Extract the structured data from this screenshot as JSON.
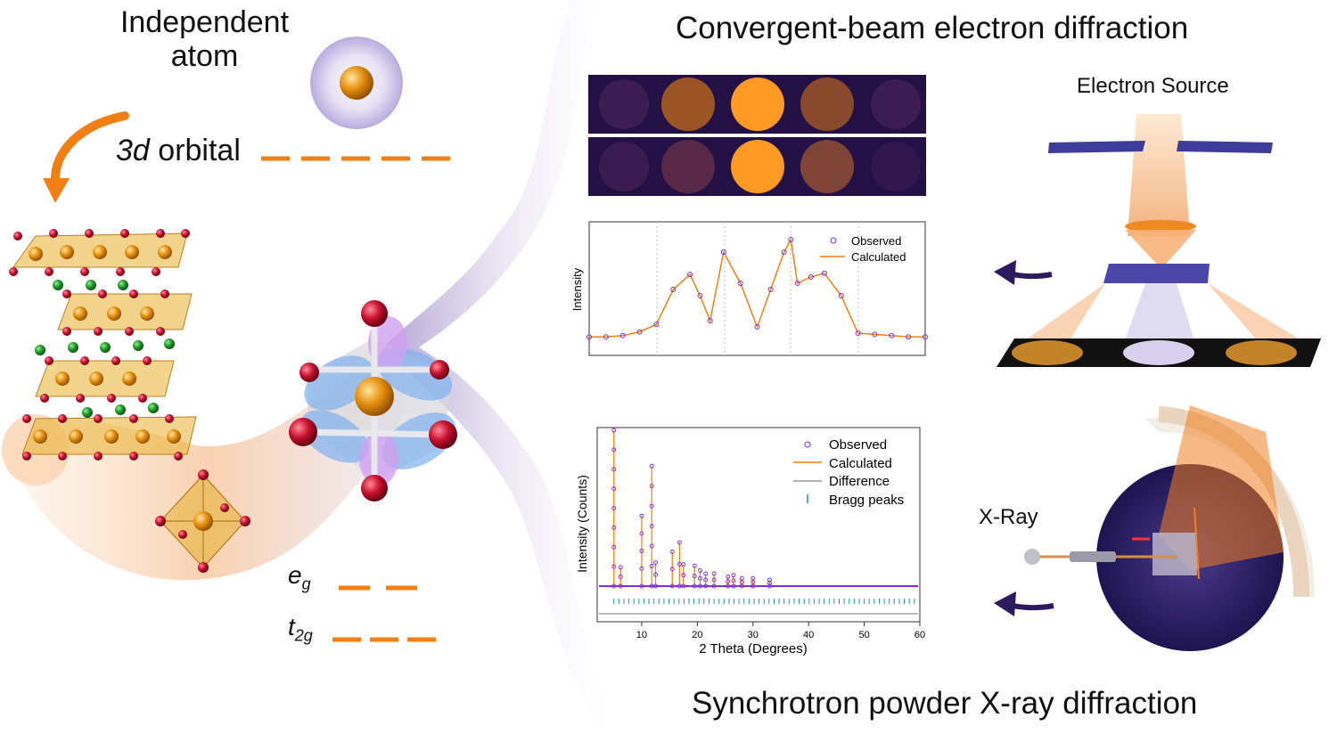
{
  "left": {
    "atom_label_line1": "Independent",
    "atom_label_line2": "atom",
    "orbital_italic": "3d",
    "orbital_rest": "orbital",
    "eg_main": "e",
    "eg_sub": "g",
    "t2g_main": "t",
    "t2g_sub": "2g"
  },
  "cbed": {
    "title": "Convergent-beam electron diffraction",
    "source_label": "Electron Source",
    "plot": {
      "ylabel": "Intensity",
      "legend": [
        "Observed",
        "Calculated"
      ]
    }
  },
  "xrd": {
    "title": "Synchrotron powder X-ray diffraction",
    "xray_label": "X-Ray",
    "plot": {
      "ylabel": "Intensity (Counts)",
      "xlabel": "2 Theta (Degrees)",
      "xticks": [
        "10",
        "20",
        "30",
        "40",
        "50",
        "60"
      ],
      "legend": [
        "Observed",
        "Calculated",
        "Difference",
        "Bragg peaks"
      ]
    }
  },
  "colors": {
    "orange": "#f07f14",
    "purple": "#7a2ee0",
    "navy": "#2d1a5e",
    "teal": "#1f9a9a",
    "oxygen": "#c8102e",
    "chlorine": "#1f8f2a",
    "metal": "#e08a10"
  },
  "chart_data": [
    {
      "type": "line",
      "ylabel": "Intensity",
      "series": [
        {
          "name": "Observed",
          "x": [
            0,
            0.05,
            0.1,
            0.15,
            0.2,
            0.25,
            0.3,
            0.33,
            0.36,
            0.4,
            0.45,
            0.5,
            0.54,
            0.58,
            0.6,
            0.62,
            0.66,
            0.7,
            0.75,
            0.8,
            0.85,
            0.9,
            0.95,
            1.0
          ],
          "values": [
            0.12,
            0.12,
            0.13,
            0.16,
            0.22,
            0.5,
            0.62,
            0.45,
            0.25,
            0.8,
            0.55,
            0.2,
            0.5,
            0.8,
            0.9,
            0.55,
            0.6,
            0.63,
            0.45,
            0.15,
            0.14,
            0.13,
            0.12,
            0.12
          ]
        },
        {
          "name": "Calculated",
          "x": [
            0,
            0.05,
            0.1,
            0.15,
            0.2,
            0.25,
            0.3,
            0.33,
            0.36,
            0.4,
            0.45,
            0.5,
            0.54,
            0.58,
            0.6,
            0.62,
            0.66,
            0.7,
            0.75,
            0.8,
            0.85,
            0.9,
            0.95,
            1.0
          ],
          "values": [
            0.12,
            0.12,
            0.13,
            0.16,
            0.22,
            0.5,
            0.62,
            0.45,
            0.25,
            0.8,
            0.55,
            0.2,
            0.5,
            0.8,
            0.9,
            0.55,
            0.6,
            0.63,
            0.45,
            0.15,
            0.14,
            0.13,
            0.12,
            0.12
          ]
        }
      ]
    },
    {
      "type": "line",
      "xlabel": "2 Theta (Degrees)",
      "ylabel": "Intensity (Counts)",
      "xlim": [
        2,
        60
      ],
      "series": [
        {
          "name": "Observed",
          "x": [
            5,
            6.2,
            10,
            11.8,
            12.5,
            15.5,
            16.8,
            17.5,
            19.5,
            20.5,
            21.5,
            23,
            25.5,
            26.5,
            28,
            30,
            33
          ],
          "values": [
            1.0,
            0.12,
            0.45,
            0.77,
            0.15,
            0.22,
            0.28,
            0.14,
            0.13,
            0.1,
            0.08,
            0.08,
            0.06,
            0.07,
            0.05,
            0.05,
            0.04
          ]
        },
        {
          "name": "Calculated",
          "x": [
            5,
            6.2,
            10,
            11.8,
            12.5,
            15.5,
            16.8,
            17.5,
            19.5,
            20.5,
            21.5,
            23,
            25.5,
            26.5,
            28,
            30,
            33
          ],
          "values": [
            1.0,
            0.12,
            0.45,
            0.77,
            0.15,
            0.22,
            0.28,
            0.14,
            0.13,
            0.1,
            0.08,
            0.08,
            0.06,
            0.07,
            0.05,
            0.05,
            0.04
          ]
        }
      ]
    }
  ]
}
